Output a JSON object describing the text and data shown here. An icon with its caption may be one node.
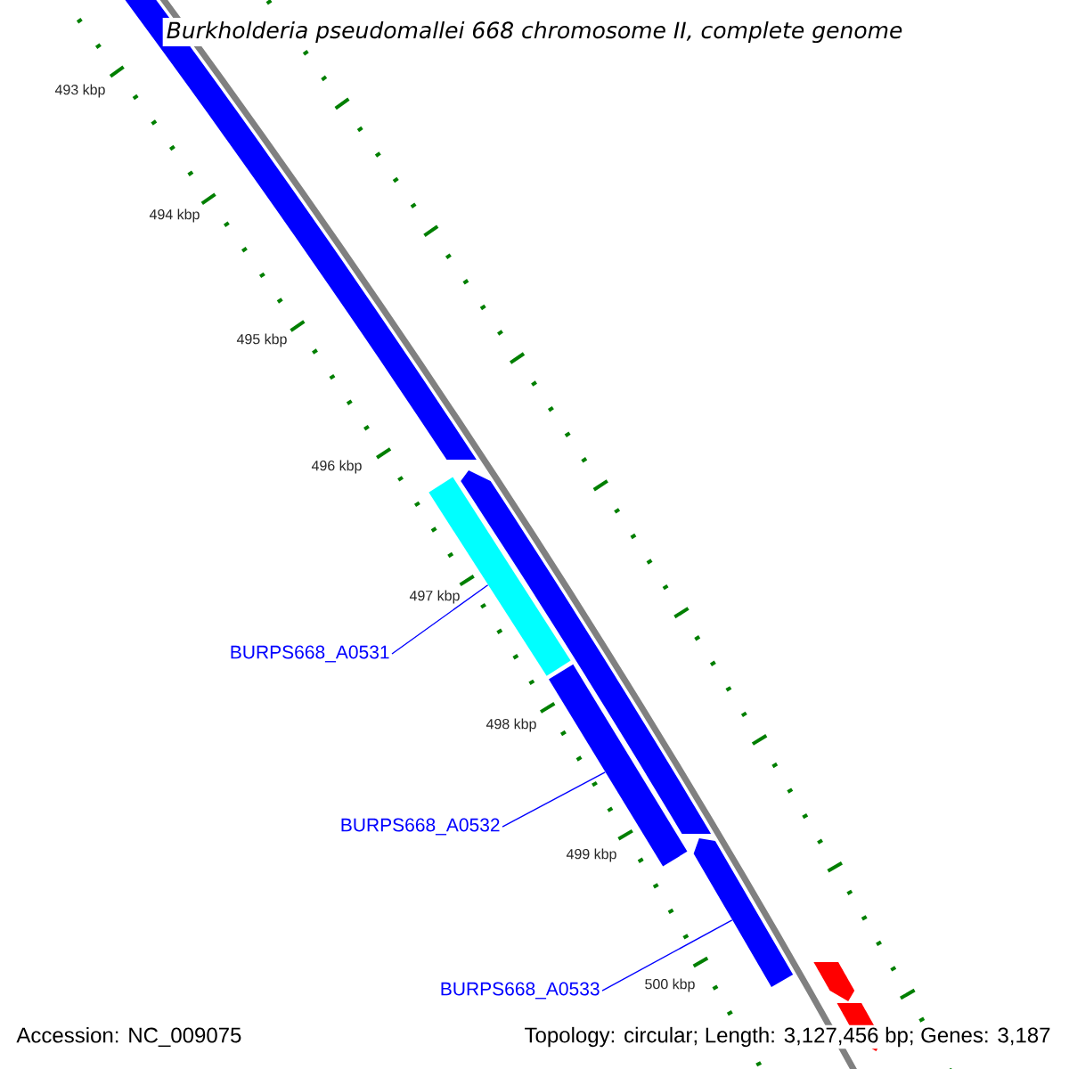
{
  "diagram": {
    "title": "Burkholderia pseudomallei 668 chromosome II, complete genome",
    "nodes": [
      {
        "text": [
          "BURPS668_A0531"
        ]
      },
      {
        "text": [
          "BURPS668_A0532"
        ]
      },
      {
        "text": [
          "BURPS668_A0533"
        ]
      },
      {
        "text": [],
        "shape": "bar"
      },
      {
        "text": [],
        "shape": "bar"
      },
      {
        "text": [],
        "shape": "bar"
      }
    ],
    "edges": [
      {
        "from": 0,
        "to": 3,
        "arrow": "none"
      },
      {
        "from": 1,
        "to": 4,
        "arrow": "none"
      },
      {
        "from": 2,
        "to": 5,
        "arrow": "none"
      }
    ],
    "labels": [
      "493 kbp",
      "494 kbp",
      "495 kbp",
      "496 kbp",
      "497 kbp",
      "498 kbp",
      "499 kbp",
      "500 kbp",
      "Accession: NC_009075",
      "Topology: circular; Length: 3,127,456 bp; Genes: 3,187"
    ]
  }
}
